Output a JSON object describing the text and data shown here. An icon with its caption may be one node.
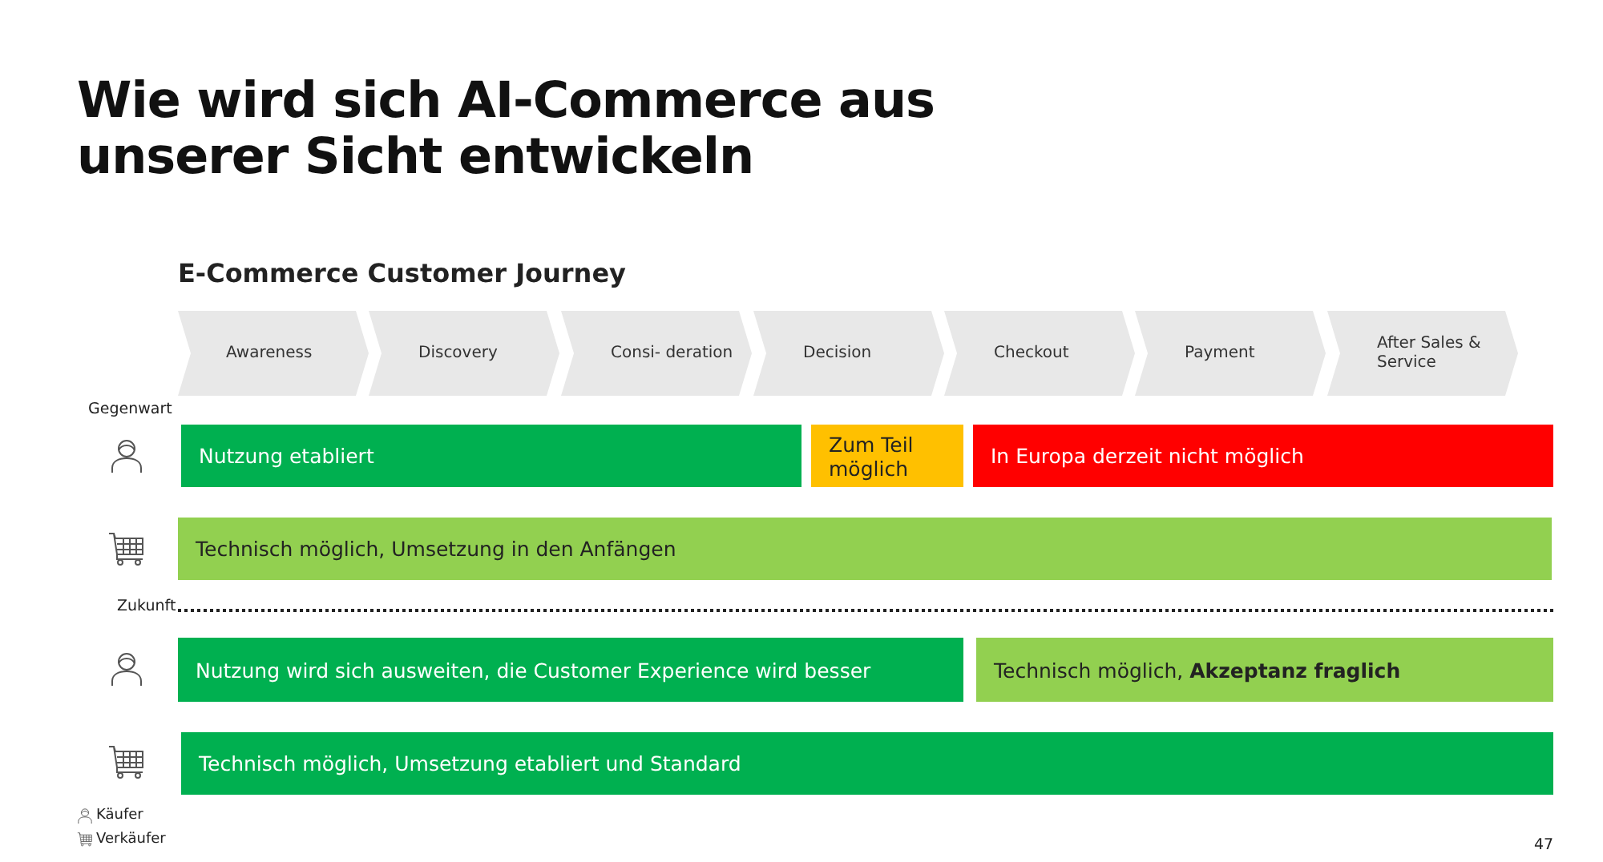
{
  "diagram": {
    "title": "Wie wird sich AI-Commerce aus unserer Sicht entwickeln",
    "nodes": [
      {
        "text": [
          "Awareness"
        ]
      },
      {
        "text": [
          "Discovery"
        ]
      },
      {
        "text": [
          "Consi- deration"
        ]
      },
      {
        "text": [
          "Decision"
        ]
      },
      {
        "text": [
          "Checkout"
        ]
      },
      {
        "text": [
          "Payment"
        ]
      },
      {
        "text": [
          "After Sales & Service"
        ]
      },
      {
        "text": [
          "Nutzung etabliert"
        ]
      },
      {
        "text": [
          "Zum Teil möglich"
        ]
      },
      {
        "text": [
          "In Europa derzeit nicht möglich"
        ]
      },
      {
        "text": [
          "Technisch möglich, Umsetzung in den Anfängen"
        ]
      },
      {
        "text": [
          "Nutzung wird sich ausweiten, die Customer Experience wird besser"
        ]
      },
      {
        "text": [
          "Technisch möglich, **Akzeptanz fraglich**"
        ]
      },
      {
        "text": [
          "Technisch möglich, Umsetzung etabliert und Standard"
        ]
      }
    ],
    "labels": [
      "E-Commerce Customer Journey",
      "Gegenwart",
      "Zukunft",
      "47"
    ],
    "legend": [
      {
        "text": "Käufer"
      },
      {
        "text": "Verkäufer"
      }
    ]
  }
}
